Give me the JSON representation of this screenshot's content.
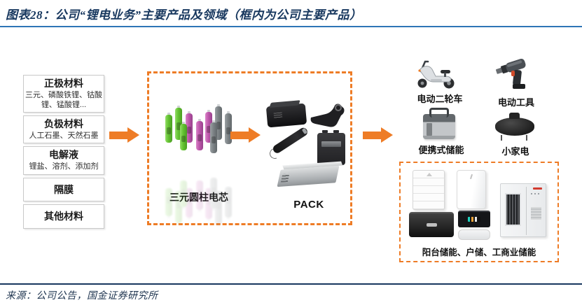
{
  "header": {
    "title": "图表28：公司“锂电业务”主要产品及领域（框内为公司主要产品）"
  },
  "materials": [
    {
      "title": "正极材料",
      "sub": "三元、磷酸铁锂、钴酸锂、锰酸锂..."
    },
    {
      "title": "负极材料",
      "sub": "人工石墨、天然石墨"
    },
    {
      "title": "电解液",
      "sub": "锂盐、溶剂、添加剂"
    },
    {
      "title": "隔膜",
      "sub": ""
    },
    {
      "title": "其他材料",
      "sub": ""
    }
  ],
  "process": {
    "cell_label": "三元圆柱电芯",
    "pack_label": "PACK"
  },
  "applications": [
    {
      "label": "电动二轮车"
    },
    {
      "label": "电动工具"
    },
    {
      "label": "便携式储能"
    },
    {
      "label": "小家电"
    }
  ],
  "storage": {
    "label": "阳台储能、户储、工商业储能"
  },
  "footer": {
    "source": "来源：公司公告，国金证券研究所"
  },
  "colors": {
    "accent_orange": "#EE7C26",
    "title_navy": "#17375E",
    "title_rule_blue": "#2E75B6",
    "cell_green": "#63C231",
    "cell_magenta": "#BD56AB",
    "cell_gray": "#7D8386"
  }
}
